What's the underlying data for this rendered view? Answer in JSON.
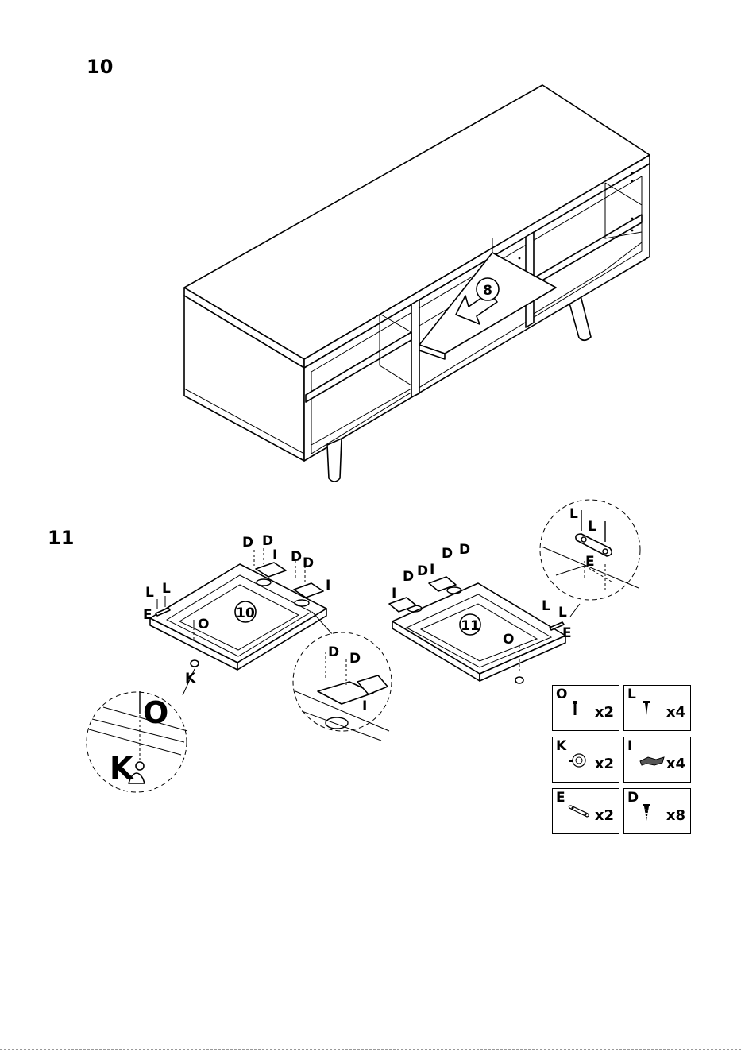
{
  "steps": {
    "step10": {
      "number": "10",
      "panel_ref": "8"
    },
    "step11": {
      "number": "11",
      "door_left_ref": "10",
      "door_right_ref": "11",
      "callout_labels": {
        "O": "O",
        "K": "K",
        "L": "L",
        "E": "E",
        "D": "D",
        "I": "I"
      }
    }
  },
  "parts": [
    {
      "letter": "O",
      "qty": "x2",
      "icon": "cam-bolt-icon"
    },
    {
      "letter": "L",
      "qty": "x4",
      "icon": "small-screw-icon"
    },
    {
      "letter": "K",
      "qty": "x2",
      "icon": "knob-icon"
    },
    {
      "letter": "I",
      "qty": "x4",
      "icon": "hinge-icon"
    },
    {
      "letter": "E",
      "qty": "x2",
      "icon": "flat-plate-icon"
    },
    {
      "letter": "D",
      "qty": "x8",
      "icon": "wood-screw-icon"
    }
  ]
}
